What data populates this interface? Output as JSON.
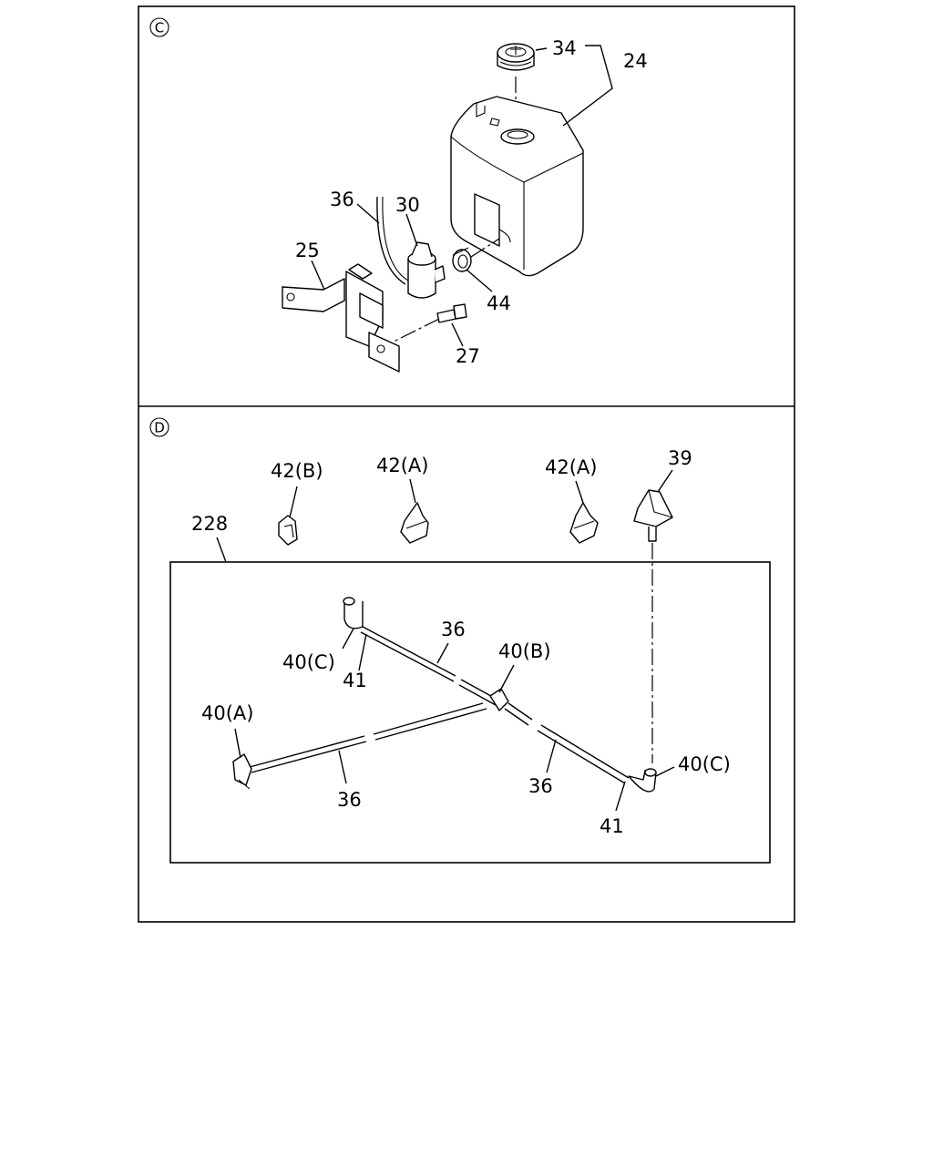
{
  "sections": [
    {
      "id": "C",
      "marker": "C"
    },
    {
      "id": "D",
      "marker": "D"
    }
  ],
  "callouts": {
    "c_34": "34",
    "c_24": "24",
    "c_36": "36",
    "c_30": "30",
    "c_25": "25",
    "c_44": "44",
    "c_27": "27",
    "d_42b": "42(B)",
    "d_42a_1": "42(A)",
    "d_42a_2": "42(A)",
    "d_39": "39",
    "d_228": "228",
    "d_36_top": "36",
    "d_40c_left": "40(C)",
    "d_41_left": "41",
    "d_40b": "40(B)",
    "d_40a": "40(A)",
    "d_36_left": "36",
    "d_36_right": "36",
    "d_40c_right": "40(C)",
    "d_41_right": "41"
  }
}
